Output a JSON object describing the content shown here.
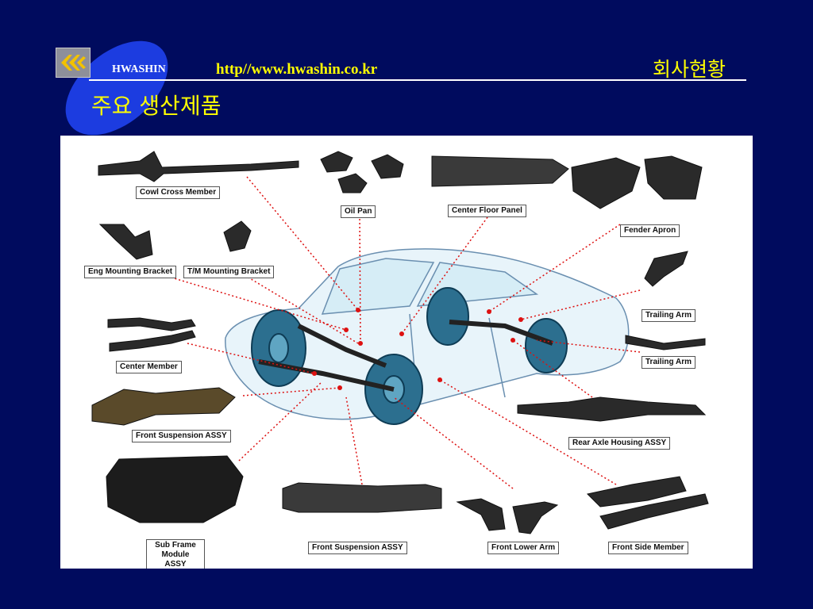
{
  "header": {
    "brand": "HWASHIN",
    "url": "http//www.hwashin.co.kr",
    "section": "회사현황",
    "subtitle": "주요 생산제품",
    "logo_icon": "hwashin-logo-icon"
  },
  "colors": {
    "background": "#000b5e",
    "accent_text": "#ffff00",
    "ellipse": "#1c3ce0"
  },
  "parts": [
    {
      "label": "Cowl Cross Member"
    },
    {
      "label": "Oil Pan"
    },
    {
      "label": "Center  Floor Panel"
    },
    {
      "label": "Fender Apron"
    },
    {
      "label": "Eng Mounting Bracket"
    },
    {
      "label": "T/M Mounting Bracket"
    },
    {
      "label": "Trailing Arm"
    },
    {
      "label": "Trailing Arm"
    },
    {
      "label": "Center Member"
    },
    {
      "label": "Rear Axle Housing ASSY"
    },
    {
      "label": "Front Suspension ASSY"
    },
    {
      "label": "Sub Frame Module ASSY"
    },
    {
      "label": "Front Suspension ASSY"
    },
    {
      "label": "Front Lower Arm"
    },
    {
      "label": "Front Side Member"
    }
  ]
}
